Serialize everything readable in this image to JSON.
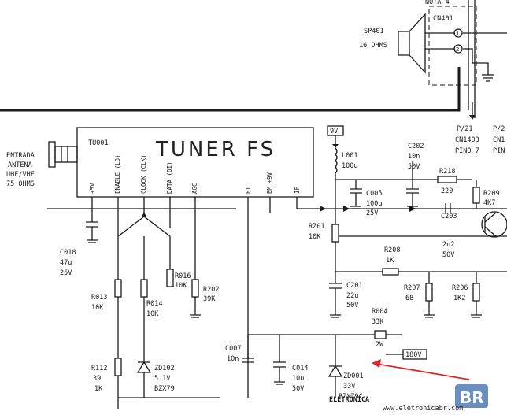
{
  "speaker": {
    "ref": "SP401",
    "spec": "16 OHMS"
  },
  "top_labels": {
    "note_top": "NOTA 4",
    "connector": "CN401",
    "pin1": "1",
    "pin2": "2"
  },
  "tuner": {
    "ref": "TU001",
    "name": "TUNER FS",
    "pins": [
      "+5V",
      "ENABLE (LD)",
      "CLOCK (CLK)",
      "DATA (DI)",
      "AGC",
      "BT",
      "BM +9V",
      "IF"
    ]
  },
  "antenna": [
    "ENTRADA",
    "ANTENA",
    "UHF/VHF",
    "75 OHMS"
  ],
  "supply_9v": "9V",
  "supply_180v": "180V",
  "cn_refs": [
    {
      "ref": "P/21",
      "sub": "CN1403",
      "pin": "PINO 7"
    },
    {
      "ref": "P/2",
      "sub": "CN1",
      "pin": "PIN"
    }
  ],
  "components": [
    {
      "ref": "L001",
      "value": "100u"
    },
    {
      "ref": "C202",
      "value": "10n",
      "extra": "50V"
    },
    {
      "ref": "R218",
      "value": "220"
    },
    {
      "ref": "R209",
      "value": "4K7"
    },
    {
      "ref": "C005",
      "value": "100u",
      "extra": "25V"
    },
    {
      "ref": "C203",
      "value": "2n2",
      "extra": "50V"
    },
    {
      "ref": "C018",
      "value": "47u",
      "extra": "25V"
    },
    {
      "ref": "R016",
      "value": "10K"
    },
    {
      "ref": "R202",
      "value": "39K"
    },
    {
      "ref": "R013",
      "value": "10K"
    },
    {
      "ref": "R014",
      "value": "10K"
    },
    {
      "ref": "RZ01",
      "value": "10K"
    },
    {
      "ref": "R208",
      "value": "1K"
    },
    {
      "ref": "C201",
      "value": "22u",
      "extra": "50V"
    },
    {
      "ref": "R207",
      "value": "68"
    },
    {
      "ref": "R206",
      "value": "1K2"
    },
    {
      "ref": "R004",
      "value": "33K",
      "extra": "2W"
    },
    {
      "ref": "C007",
      "value": "10n"
    },
    {
      "ref": "C014",
      "value": "10u",
      "extra": "50V"
    },
    {
      "ref": "R112",
      "value": "39",
      "extra": "1K"
    },
    {
      "ref": "ZD102",
      "value": "5.1V",
      "extra": "BZX79"
    },
    {
      "ref": "ZD001",
      "value": "33V",
      "extra": "BZX79C"
    }
  ],
  "logo": {
    "text": "ELETRÔNICA",
    "badge": "BR",
    "url": "www.eletronicabr.com"
  },
  "colors": {
    "ink": "#1a1a1a",
    "annotation_arrow": "#e0262b",
    "logo_gray": "#8a8f96",
    "logo_badge": "#6a8fbf"
  }
}
